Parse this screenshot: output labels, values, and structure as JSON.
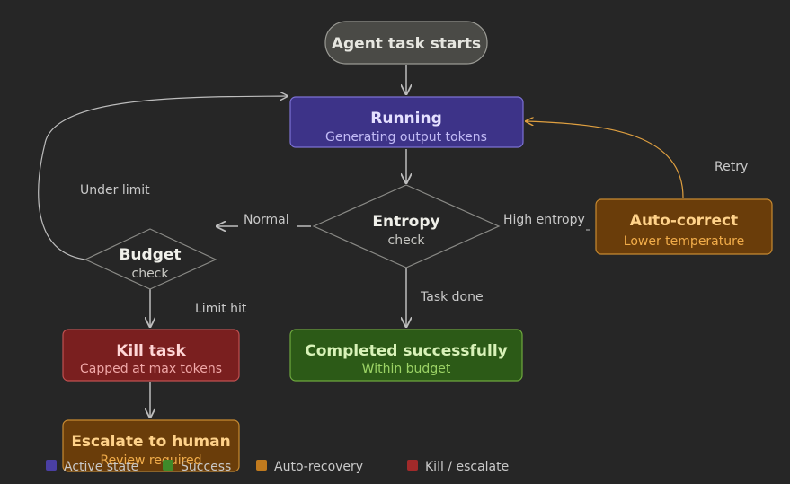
{
  "nodes": {
    "start": {
      "title": "Agent task starts"
    },
    "running": {
      "title": "Running",
      "subtitle": "Generating output tokens"
    },
    "entropy": {
      "title": "Entropy",
      "subtitle": "check"
    },
    "budget": {
      "title": "Budget",
      "subtitle": "check"
    },
    "autocorrect": {
      "title": "Auto-correct",
      "subtitle": "Lower temperature"
    },
    "kill": {
      "title": "Kill task",
      "subtitle": "Capped at max tokens"
    },
    "completed": {
      "title": "Completed successfully",
      "subtitle": "Within budget"
    },
    "escalate": {
      "title": "Escalate to human",
      "subtitle": "Review required"
    }
  },
  "edges": {
    "under_limit": "Under limit",
    "normal": "Normal",
    "high_entropy": "High entropy",
    "retry": "Retry",
    "task_done": "Task done",
    "limit_hit": "Limit hit"
  },
  "legend": [
    {
      "label": "Active state",
      "color": "#4a3fa3"
    },
    {
      "label": "Success",
      "color": "#3f8a2a"
    },
    {
      "label": "Auto-recovery",
      "color": "#c07a1e"
    },
    {
      "label": "Kill / escalate",
      "color": "#a12a2a"
    }
  ],
  "colors": {
    "background": "#262626",
    "active_fill": "#3d3388",
    "success_fill": "#2c5a17",
    "recovery_fill": "#6a3d0a",
    "kill_fill": "#7a1f1f",
    "escalate_fill": "#6a3d0a"
  }
}
